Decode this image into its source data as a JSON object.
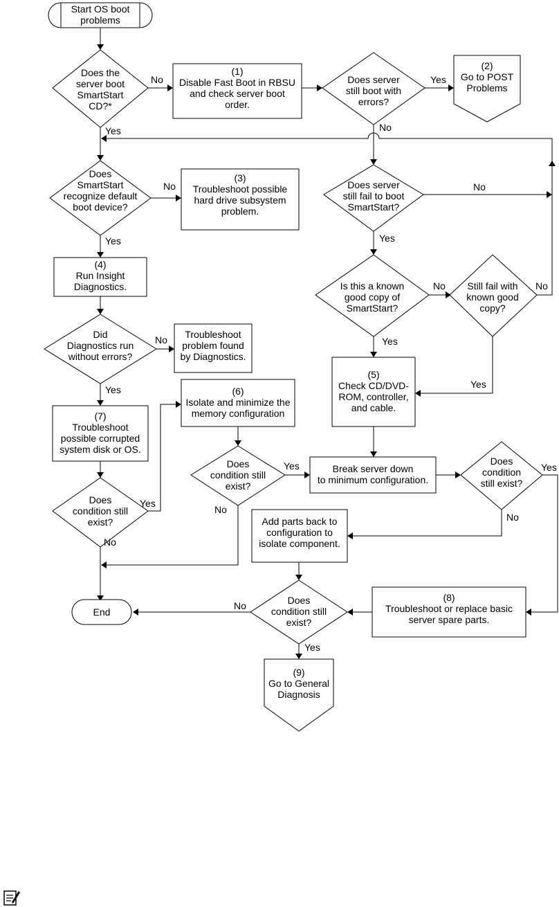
{
  "nodes": {
    "start": [
      "Start OS boot",
      "problems"
    ],
    "d_boot_cd": [
      "Does the",
      "server boot",
      "SmartStart",
      "CD?*"
    ],
    "p1": [
      "(1)",
      "Disable Fast Boot in RBSU",
      "and check server boot",
      "order."
    ],
    "d_errors": [
      "Does server",
      "still boot with",
      "errors?"
    ],
    "p2": [
      "(2)",
      "Go to POST",
      "Problems"
    ],
    "d_recognize": [
      "Does",
      "SmartStart",
      "recognize default",
      "boot device?"
    ],
    "p3": [
      "(3)",
      "Troubleshoot possible",
      "hard drive subsystem",
      "problem."
    ],
    "d_fail_boot": [
      "Does server",
      "still fail to boot",
      "SmartStart?"
    ],
    "p4": [
      "(4)",
      "Run Insight",
      "Diagnostics."
    ],
    "d_known_good": [
      "Is this a known",
      "good copy of",
      "SmartStart?"
    ],
    "d_still_fail": [
      "Still fail with",
      "known good",
      "copy?"
    ],
    "d_diag": [
      "Did",
      "Diagnostics run",
      "without errors?"
    ],
    "p_diag": [
      "Troubleshoot",
      "problem found",
      "by Diagnostics."
    ],
    "p5": [
      "(5)",
      "Check CD/DVD-",
      "ROM, controller,",
      "and cable."
    ],
    "p6": [
      "(6)",
      "Isolate and minimize the",
      "memory configuration"
    ],
    "p7": [
      "(7)",
      "Troubleshoot",
      "possible corrupted",
      "system disk or OS."
    ],
    "d_cond_mem": [
      "Does",
      "condition still",
      "exist?"
    ],
    "p_break": [
      "Break server down",
      "to minimum configuration."
    ],
    "d_cond_min": [
      "Does",
      "condition",
      "still exist?"
    ],
    "d_cond_os": [
      "Does",
      "condition still",
      "exist?"
    ],
    "p_addparts": [
      "Add parts back to",
      "configuration to",
      "isolate component."
    ],
    "d_cond_final": [
      "Does",
      "condition still",
      "exist?"
    ],
    "p8": [
      "(8)",
      "Troubleshoot or replace basic",
      "server spare parts."
    ],
    "end": [
      "End"
    ],
    "p9": [
      "(9)",
      "Go to General",
      "Diagnosis"
    ]
  },
  "edge_labels": {
    "boot_cd_no": "No",
    "errors_yes": "Yes",
    "boot_cd_yes": "Yes",
    "errors_no": "No",
    "recognize_no": "No",
    "fail_boot_no": "No",
    "recognize_yes": "Yes",
    "fail_boot_yes": "Yes",
    "known_good_no": "No",
    "still_fail_no": "No",
    "diag_no": "No",
    "known_good_yes": "Yes",
    "diag_yes": "Yes",
    "still_fail_yes": "Yes",
    "cond_mem_yes": "Yes",
    "cond_min_yes": "Yes",
    "cond_os_yes": "Yes",
    "cond_mem_no": "No",
    "cond_min_no": "No",
    "cond_os_no": "No",
    "cond_final_no": "No",
    "cond_final_yes": "Yes"
  },
  "footer": {
    "icon": "note-icon"
  }
}
